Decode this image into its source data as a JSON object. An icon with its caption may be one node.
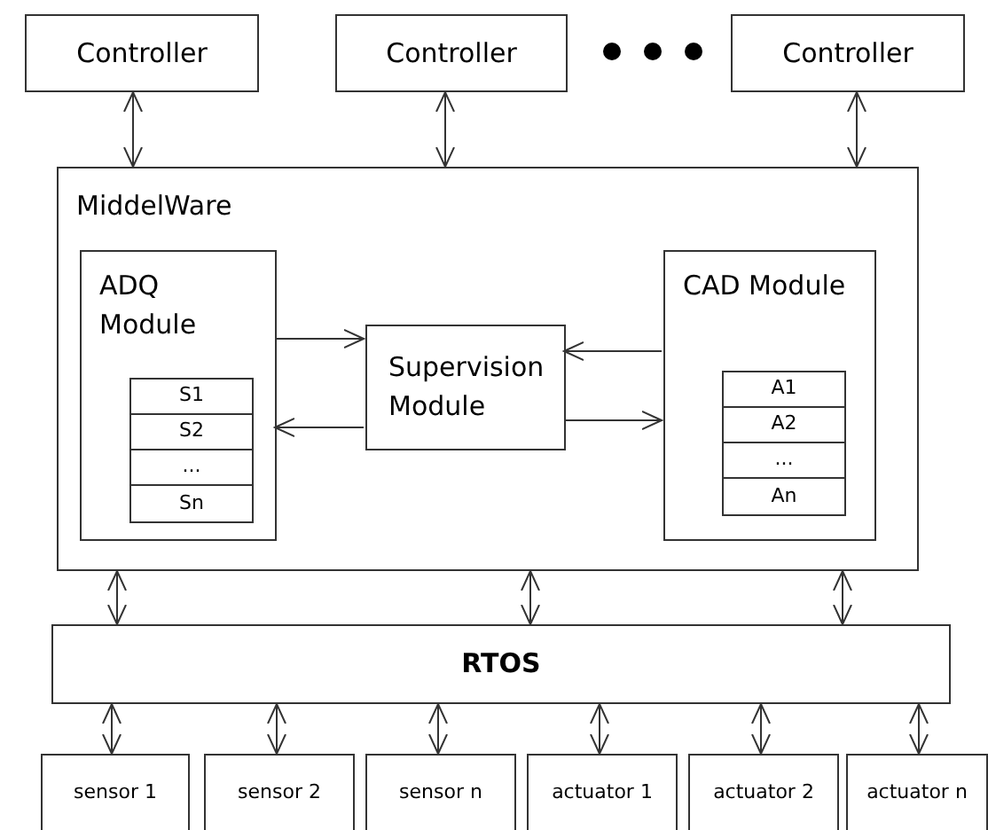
{
  "diagram": {
    "nodes": [
      {
        "text": [
          "Controller"
        ]
      },
      {
        "text": [
          "Controller"
        ]
      },
      {
        "text": [
          "Controller"
        ]
      },
      {
        "text": [
          "MiddelWare"
        ]
      },
      {
        "text": [
          "ADQ Module"
        ],
        "in": 3
      },
      {
        "text": [
          "S1"
        ],
        "in": 4
      },
      {
        "text": [
          "S2"
        ],
        "in": 4
      },
      {
        "text": [
          "..."
        ],
        "in": 4
      },
      {
        "text": [
          "Sn"
        ],
        "in": 4
      },
      {
        "text": [
          "Supervision Module"
        ],
        "in": 3
      },
      {
        "text": [
          "CAD Module"
        ],
        "in": 3
      },
      {
        "text": [
          "A1"
        ],
        "in": 10
      },
      {
        "text": [
          "A2"
        ],
        "in": 10
      },
      {
        "text": [
          "..."
        ],
        "in": 10
      },
      {
        "text": [
          "An"
        ],
        "in": 10
      },
      {
        "text": [
          "RTOS"
        ]
      },
      {
        "text": [
          "sensor 1"
        ]
      },
      {
        "text": [
          "sensor 2"
        ]
      },
      {
        "text": [
          "sensor n"
        ]
      },
      {
        "text": [
          "actuator 1"
        ]
      },
      {
        "text": [
          "actuator 2"
        ]
      },
      {
        "text": [
          "actuator n"
        ]
      }
    ],
    "edges": [
      {
        "from": 0,
        "to": 3,
        "arrow": "both"
      },
      {
        "from": 1,
        "to": 3,
        "arrow": "both"
      },
      {
        "from": 2,
        "to": 3,
        "arrow": "both"
      },
      {
        "from": 4,
        "to": 9,
        "arrow": "to"
      },
      {
        "from": 9,
        "to": 4,
        "arrow": "to"
      },
      {
        "from": 10,
        "to": 9,
        "arrow": "to"
      },
      {
        "from": 9,
        "to": 10,
        "arrow": "to"
      },
      {
        "from": 3,
        "to": 15,
        "arrow": "both"
      },
      {
        "from": 3,
        "to": 15,
        "arrow": "both"
      },
      {
        "from": 3,
        "to": 15,
        "arrow": "both"
      },
      {
        "from": 15,
        "to": 16,
        "arrow": "both"
      },
      {
        "from": 15,
        "to": 17,
        "arrow": "both"
      },
      {
        "from": 15,
        "to": 18,
        "arrow": "both"
      },
      {
        "from": 15,
        "to": 19,
        "arrow": "both"
      },
      {
        "from": 15,
        "to": 20,
        "arrow": "both"
      },
      {
        "from": 15,
        "to": 21,
        "arrow": "both"
      }
    ]
  }
}
